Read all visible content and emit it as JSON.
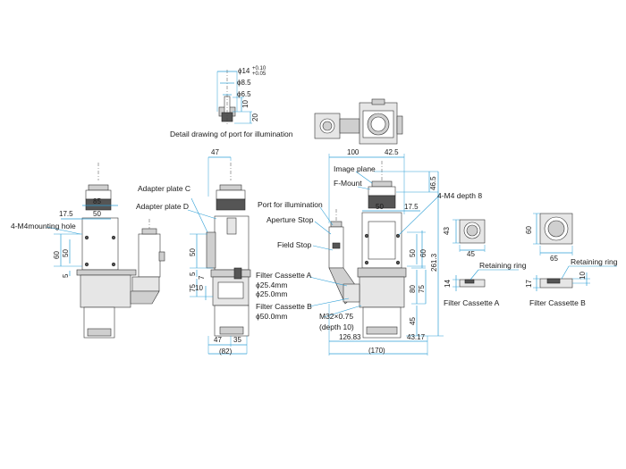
{
  "detail": {
    "caption": "Detail drawing of port for illumination",
    "phi14": "ϕ14",
    "phi14_tol_upper": "+0.10",
    "phi14_tol_lower": "+0.05",
    "phi8_5": "ϕ8.5",
    "phi6_5": "ϕ6.5",
    "h10": "10",
    "h20": "20"
  },
  "left_view": {
    "mounting_hole": "4-M4mounting hole",
    "w85": "85",
    "w50": "50",
    "w17_5": "17.5",
    "h60": "60",
    "h50": "50",
    "h5": "5"
  },
  "side_view": {
    "top47": "47",
    "adapter_c": "Adapter plate C",
    "adapter_d": "Adapter plate D",
    "h50": "50",
    "h5": "5",
    "h7": "7",
    "h75": "75",
    "h10": "10",
    "b47": "47",
    "b35": "35",
    "b82": "(82)"
  },
  "front_view": {
    "top100": "100",
    "top42_5": "42.5",
    "image_plane": "Image plane",
    "f_mount": "F-Mount",
    "h46_5": "46.5",
    "m4_depth": "4-M4 depth 8",
    "port_illum": "Port for illumination",
    "aperture_stop": "Aperture Stop",
    "field_stop": "Field Stop",
    "w50": "50",
    "w17_5": "17.5",
    "r50": "50",
    "r60": "60",
    "r261_3": "261.3",
    "r80": "80",
    "r75": "75",
    "r45": "45",
    "filter_a": "Filter Cassette A",
    "phi25_4": "ϕ25.4mm",
    "phi25_0": "ϕ25.0mm",
    "filter_b": "Filter Cassette B",
    "phi50_0": "ϕ50.0mm",
    "m32": "M32×0.75",
    "m32_depth": "(depth 10)",
    "b126_83": "126.83",
    "b43_17": "43.17",
    "b170": "(170)"
  },
  "cassette_a": {
    "h43": "43",
    "w45": "45",
    "retaining": "Retaining ring",
    "h14": "14",
    "label": "Filter Cassette A"
  },
  "cassette_b": {
    "h60": "60",
    "w65": "65",
    "retaining": "Retaining ring",
    "h17": "17",
    "h10": "10",
    "label": "Filter Cassette B"
  }
}
